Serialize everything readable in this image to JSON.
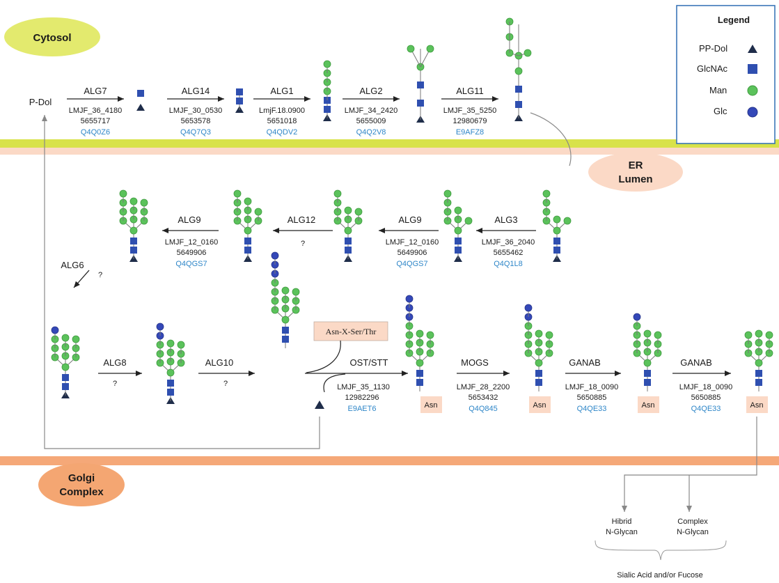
{
  "compartments": {
    "cytosol": "Cytosol",
    "er_line1": "ER",
    "er_line2": "Lumen",
    "golgi_line1": "Golgi",
    "golgi_line2": "Complex"
  },
  "legend": {
    "title": "Legend",
    "items": [
      {
        "label": "PP-Dol",
        "icon": "triangle-icon"
      },
      {
        "label": "GlcNAc",
        "icon": "square-icon"
      },
      {
        "label": "Man",
        "icon": "green-circle-icon"
      },
      {
        "label": "Glc",
        "icon": "blue-circle-icon"
      }
    ]
  },
  "start_label": "P-Dol",
  "steps": [
    {
      "enzyme": "ALG7",
      "gene": "LMJF_36_4180",
      "num": "5655717",
      "uniprot": "Q4Q0Z6"
    },
    {
      "enzyme": "ALG14",
      "gene": "LMJF_30_0530",
      "num": "5653578",
      "uniprot": "Q4Q7Q3"
    },
    {
      "enzyme": "ALG1",
      "gene": "LmjF.18.0900",
      "num": "5651018",
      "uniprot": "Q4QDV2"
    },
    {
      "enzyme": "ALG2",
      "gene": "LMJF_34_2420",
      "num": "5655009",
      "uniprot": "Q4Q2V8"
    },
    {
      "enzyme": "ALG11",
      "gene": "LMJF_35_5250",
      "num": "12980679",
      "uniprot": "E9AFZ8"
    },
    {
      "enzyme": "ALG3",
      "gene": "LMJF_36_2040",
      "num": "5655462",
      "uniprot": "Q4Q1L8"
    },
    {
      "enzyme": "ALG9",
      "gene": "LMJF_12_0160",
      "num": "5649906",
      "uniprot": "Q4QGS7"
    },
    {
      "enzyme": "ALG12",
      "unknown": "?"
    },
    {
      "enzyme": "ALG9",
      "gene": "LMJF_12_0160",
      "num": "5649906",
      "uniprot": "Q4QGS7"
    },
    {
      "enzyme": "ALG6",
      "unknown": "?"
    },
    {
      "enzyme": "ALG8",
      "unknown": "?"
    },
    {
      "enzyme": "ALG10",
      "unknown": "?"
    },
    {
      "enzyme": "OST/STT",
      "gene": "LMJF_35_1130",
      "num": "12982296",
      "uniprot": "E9AET6"
    },
    {
      "enzyme": "MOGS",
      "gene": "LMJF_28_2200",
      "num": "5653432",
      "uniprot": "Q4Q845"
    },
    {
      "enzyme": "GANAB",
      "gene": "LMJF_18_0090",
      "num": "5650885",
      "uniprot": "Q4QE33"
    },
    {
      "enzyme": "GANAB",
      "gene": "LMJF_18_0090",
      "num": "5650885",
      "uniprot": "Q4QE33"
    }
  ],
  "sequon": "Asn-X-Ser/Thr",
  "asn_label": "Asn",
  "outputs": {
    "hybrid_line1": "Hibrid",
    "hybrid_line2": "N-Glycan",
    "complex_line1": "Complex",
    "complex_line2": "N-Glycan",
    "final": "Sialic Acid and/or Fucose"
  },
  "colors": {
    "cytosol": "#e3ea6e",
    "er_membrane": "#d8e24a",
    "er_band": "#fbd9c6",
    "golgi": "#f4a672",
    "golgi_band": "#f5a878",
    "glcnac": "#2f4fb0",
    "man": "#5bc25b",
    "glc": "#3448b8",
    "dol": "#1f2d4a",
    "uniprot": "#2e86c8",
    "asn_box": "#fbd9c6"
  }
}
